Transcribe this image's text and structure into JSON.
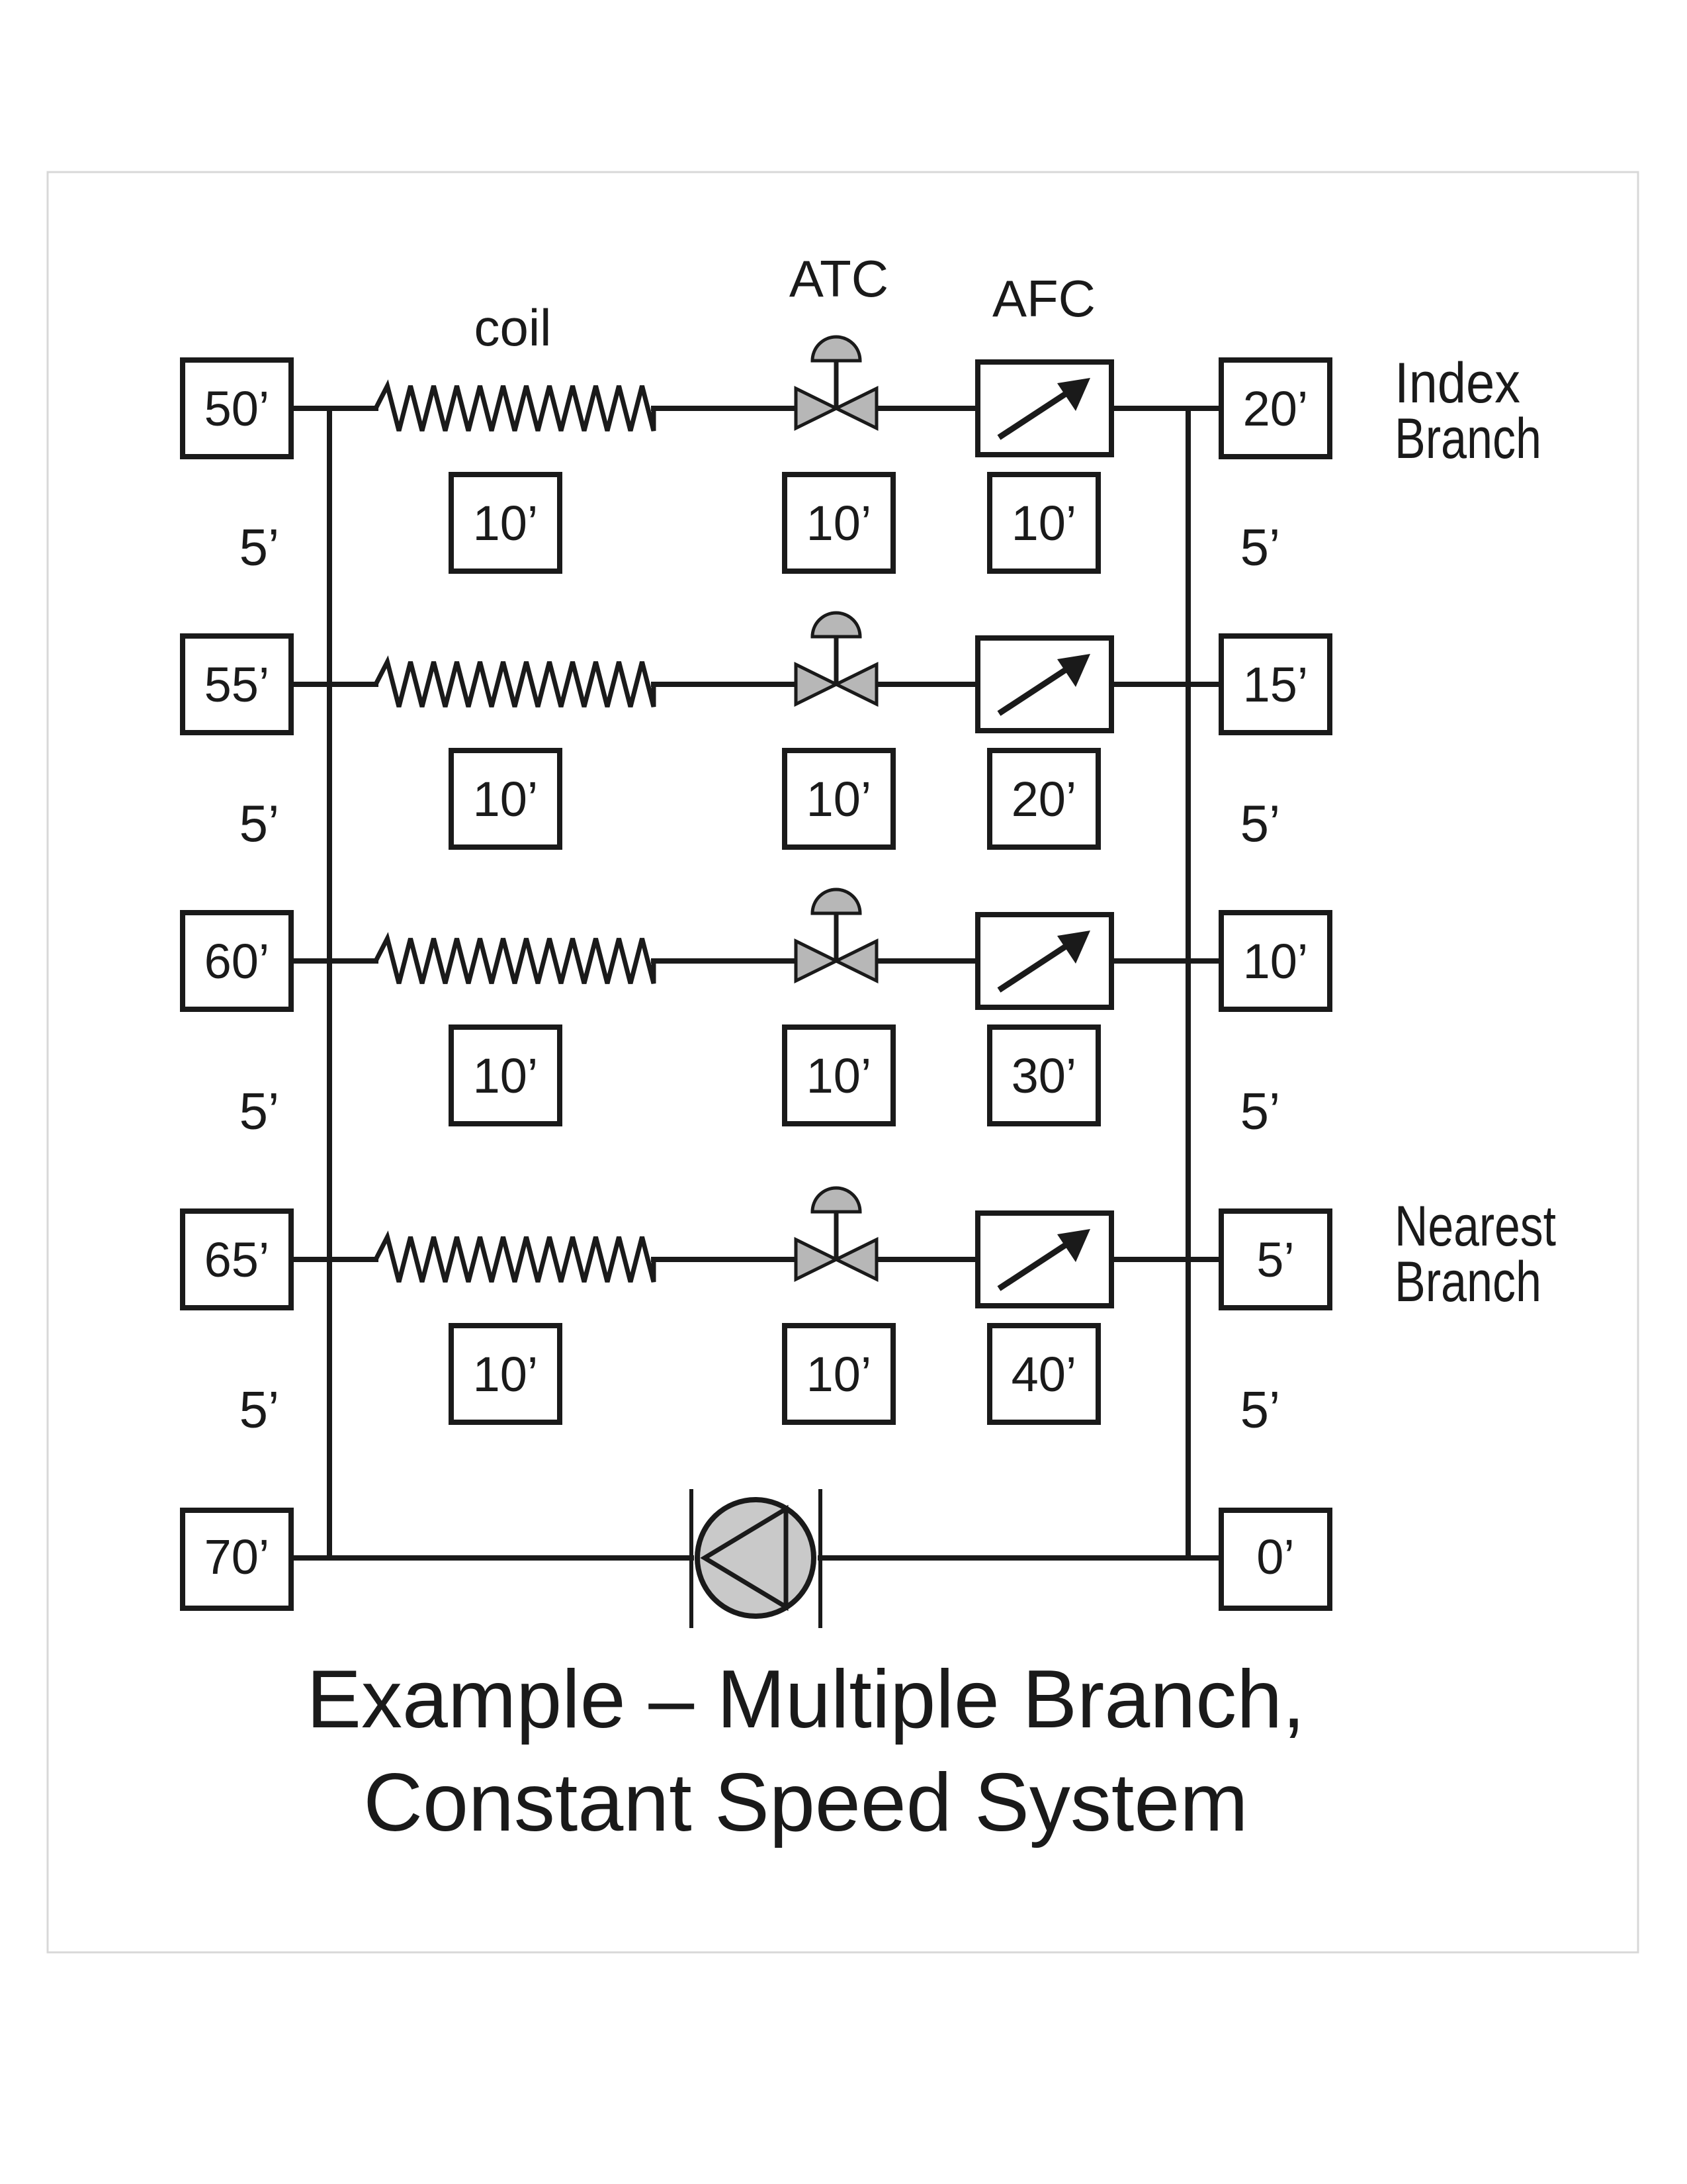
{
  "diagram": {
    "column_labels": {
      "coil": "coil",
      "atc": "ATC",
      "afc": "AFC"
    },
    "branch_notes": {
      "index": [
        "Index",
        "Branch"
      ],
      "nearest": [
        "Nearest",
        "Branch"
      ]
    },
    "branches": [
      {
        "supply_head": "50’",
        "return_head": "20’",
        "coil_drop": "10’",
        "atc_drop": "10’",
        "afc_drop": "10’"
      },
      {
        "supply_head": "55’",
        "return_head": "15’",
        "coil_drop": "10’",
        "atc_drop": "10’",
        "afc_drop": "20’"
      },
      {
        "supply_head": "60’",
        "return_head": "10’",
        "coil_drop": "10’",
        "atc_drop": "10’",
        "afc_drop": "30’"
      },
      {
        "supply_head": "65’",
        "return_head": "5’",
        "coil_drop": "10’",
        "atc_drop": "10’",
        "afc_drop": "40’"
      }
    ],
    "riser_drops": {
      "supply": [
        "5’",
        "5’",
        "5’",
        "5’"
      ],
      "return": [
        "5’",
        "5’",
        "5’",
        "5’"
      ]
    },
    "pump": {
      "discharge_head": "70’",
      "suction_head": "0’"
    },
    "title": [
      "Example – Multiple Branch,",
      "Constant Speed System"
    ]
  }
}
